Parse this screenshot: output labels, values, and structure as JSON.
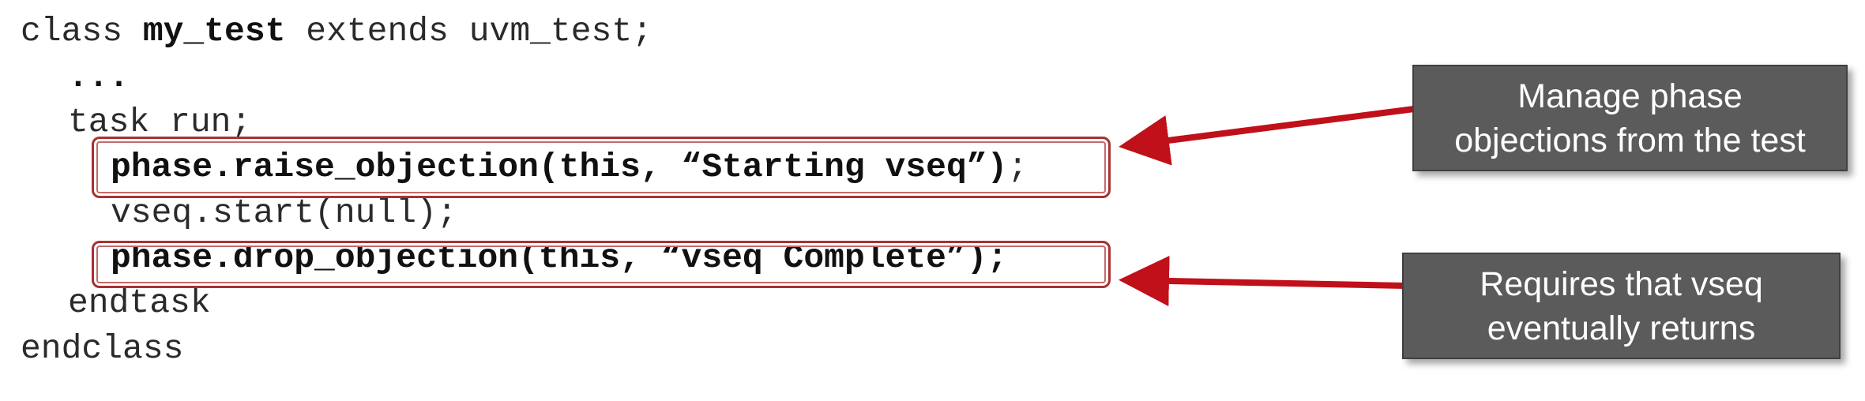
{
  "code": {
    "line1": {
      "prefix": "class ",
      "class_name": "my_test",
      "suffix": " extends uvm_test;"
    },
    "line2": "...",
    "line3": "task run;",
    "line4": {
      "call": "phase.raise_objection(this, “Starting vseq”)",
      "terminator": ";"
    },
    "line5": "vseq.start(null);",
    "line6": {
      "call": "phase.drop_objection(this, “vseq Complete”);"
    },
    "line7": "endtask",
    "line8": "endclass"
  },
  "callouts": {
    "top": {
      "line1": "Manage phase",
      "line2": "objections from the test"
    },
    "bottom": {
      "line1": "Requires that vseq",
      "line2": "eventually returns"
    }
  },
  "colors": {
    "arrow": "#c0101a",
    "highlight_border": "#a83232",
    "callout_bg": "#5b5b5b",
    "callout_text": "#ffffff"
  }
}
